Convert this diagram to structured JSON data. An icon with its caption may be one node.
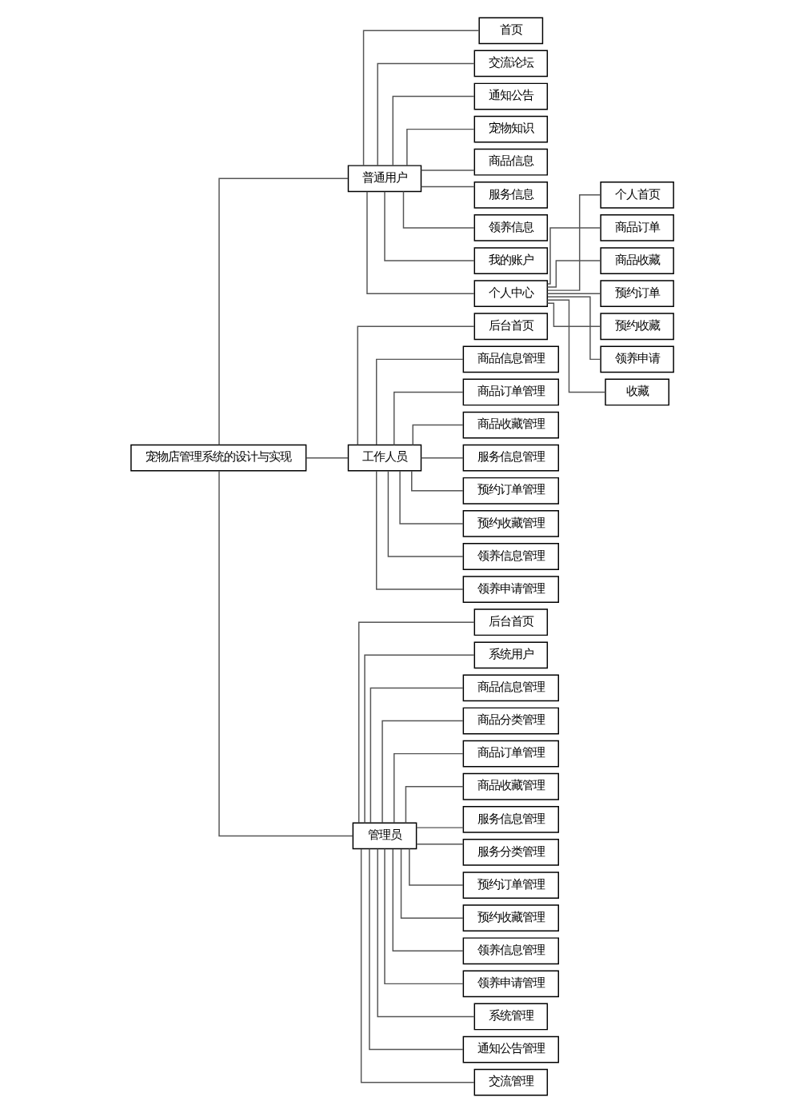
{
  "diagram": {
    "nodes": [
      {
        "text": [
          "宠物店管理系统的设计与实现"
        ]
      },
      {
        "text": [
          "普通用户"
        ]
      },
      {
        "text": [
          "首页"
        ]
      },
      {
        "text": [
          "交流论坛"
        ]
      },
      {
        "text": [
          "通知公告"
        ]
      },
      {
        "text": [
          "宠物知识"
        ]
      },
      {
        "text": [
          "商品信息"
        ]
      },
      {
        "text": [
          "服务信息"
        ]
      },
      {
        "text": [
          "领养信息"
        ]
      },
      {
        "text": [
          "我的账户"
        ]
      },
      {
        "text": [
          "个人中心"
        ]
      },
      {
        "text": [
          "个人首页"
        ]
      },
      {
        "text": [
          "商品订单"
        ]
      },
      {
        "text": [
          "商品收藏"
        ]
      },
      {
        "text": [
          "预约订单"
        ]
      },
      {
        "text": [
          "预约收藏"
        ]
      },
      {
        "text": [
          "领养申请"
        ]
      },
      {
        "text": [
          "收藏"
        ]
      },
      {
        "text": [
          "工作人员"
        ]
      },
      {
        "text": [
          "后台首页"
        ]
      },
      {
        "text": [
          "商品信息管理"
        ]
      },
      {
        "text": [
          "商品订单管理"
        ]
      },
      {
        "text": [
          "商品收藏管理"
        ]
      },
      {
        "text": [
          "服务信息管理"
        ]
      },
      {
        "text": [
          "预约订单管理"
        ]
      },
      {
        "text": [
          "预约收藏管理"
        ]
      },
      {
        "text": [
          "领养信息管理"
        ]
      },
      {
        "text": [
          "领养申请管理"
        ]
      },
      {
        "text": [
          "管理员"
        ]
      },
      {
        "text": [
          "后台首页"
        ]
      },
      {
        "text": [
          "系统用户"
        ]
      },
      {
        "text": [
          "商品信息管理"
        ]
      },
      {
        "text": [
          "商品分类管理"
        ]
      },
      {
        "text": [
          "商品订单管理"
        ]
      },
      {
        "text": [
          "商品收藏管理"
        ]
      },
      {
        "text": [
          "服务信息管理"
        ]
      },
      {
        "text": [
          "服务分类管理"
        ]
      },
      {
        "text": [
          "预约订单管理"
        ]
      },
      {
        "text": [
          "预约收藏管理"
        ]
      },
      {
        "text": [
          "领养信息管理"
        ]
      },
      {
        "text": [
          "领养申请管理"
        ]
      },
      {
        "text": [
          "系统管理"
        ]
      },
      {
        "text": [
          "通知公告管理"
        ]
      },
      {
        "text": [
          "交流管理"
        ]
      }
    ],
    "edges": [
      {
        "from": 0,
        "to": 1,
        "arrow": "none"
      },
      {
        "from": 1,
        "to": 2,
        "arrow": "none"
      },
      {
        "from": 1,
        "to": 3,
        "arrow": "none"
      },
      {
        "from": 1,
        "to": 4,
        "arrow": "none"
      },
      {
        "from": 1,
        "to": 5,
        "arrow": "none"
      },
      {
        "from": 1,
        "to": 6,
        "arrow": "none"
      },
      {
        "from": 1,
        "to": 7,
        "arrow": "none"
      },
      {
        "from": 1,
        "to": 8,
        "arrow": "none"
      },
      {
        "from": 1,
        "to": 9,
        "arrow": "none"
      },
      {
        "from": 1,
        "to": 10,
        "arrow": "none"
      },
      {
        "from": 10,
        "to": 11,
        "arrow": "none"
      },
      {
        "from": 10,
        "to": 12,
        "arrow": "none"
      },
      {
        "from": 10,
        "to": 13,
        "arrow": "none"
      },
      {
        "from": 10,
        "to": 14,
        "arrow": "none"
      },
      {
        "from": 10,
        "to": 15,
        "arrow": "none"
      },
      {
        "from": 10,
        "to": 16,
        "arrow": "none"
      },
      {
        "from": 10,
        "to": 17,
        "arrow": "none"
      },
      {
        "from": 0,
        "to": 18,
        "arrow": "none"
      },
      {
        "from": 18,
        "to": 19,
        "arrow": "none"
      },
      {
        "from": 18,
        "to": 20,
        "arrow": "none"
      },
      {
        "from": 18,
        "to": 21,
        "arrow": "none"
      },
      {
        "from": 18,
        "to": 22,
        "arrow": "none"
      },
      {
        "from": 18,
        "to": 23,
        "arrow": "none"
      },
      {
        "from": 18,
        "to": 24,
        "arrow": "none"
      },
      {
        "from": 18,
        "to": 25,
        "arrow": "none"
      },
      {
        "from": 18,
        "to": 26,
        "arrow": "none"
      },
      {
        "from": 18,
        "to": 27,
        "arrow": "none"
      },
      {
        "from": 0,
        "to": 28,
        "arrow": "none"
      },
      {
        "from": 28,
        "to": 29,
        "arrow": "none"
      },
      {
        "from": 28,
        "to": 30,
        "arrow": "none"
      },
      {
        "from": 28,
        "to": 31,
        "arrow": "none"
      },
      {
        "from": 28,
        "to": 32,
        "arrow": "none"
      },
      {
        "from": 28,
        "to": 33,
        "arrow": "none"
      },
      {
        "from": 28,
        "to": 34,
        "arrow": "none"
      },
      {
        "from": 28,
        "to": 35,
        "arrow": "none"
      },
      {
        "from": 28,
        "to": 36,
        "arrow": "none"
      },
      {
        "from": 28,
        "to": 37,
        "arrow": "none"
      },
      {
        "from": 28,
        "to": 38,
        "arrow": "none"
      },
      {
        "from": 28,
        "to": 39,
        "arrow": "none"
      },
      {
        "from": 28,
        "to": 40,
        "arrow": "none"
      },
      {
        "from": 28,
        "to": 41,
        "arrow": "none"
      },
      {
        "from": 28,
        "to": 42,
        "arrow": "none"
      },
      {
        "from": 28,
        "to": 43,
        "arrow": "none"
      }
    ]
  }
}
